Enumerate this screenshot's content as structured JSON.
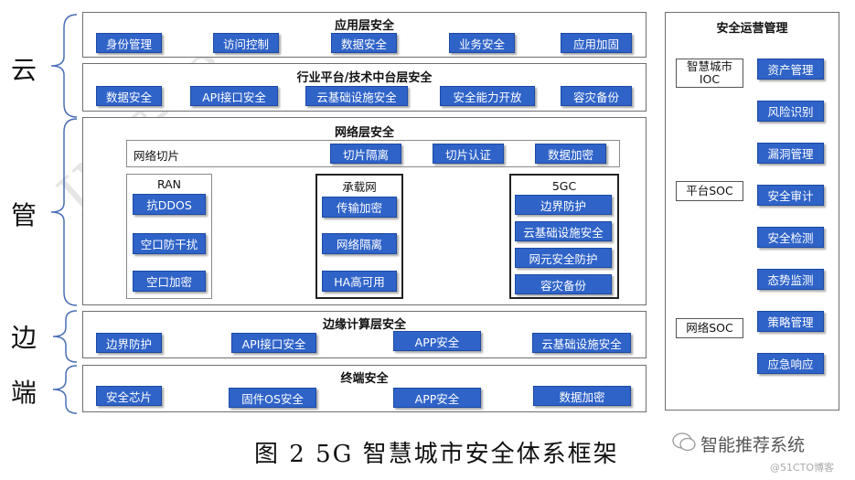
{
  "side_labels": {
    "cloud": "云",
    "pipe": "管",
    "edge": "边",
    "terminal": "端"
  },
  "watermark": "IMT一2",
  "app_layer": {
    "title": "应用层安全",
    "items": [
      "身份管理",
      "访问控制",
      "数据安全",
      "业务安全",
      "应用加固"
    ]
  },
  "platform_layer": {
    "title": "行业平台/技术中台层安全",
    "items": [
      "数据安全",
      "API接口安全",
      "云基础设施安全",
      "安全能力开放",
      "容灾备份"
    ]
  },
  "network_layer": {
    "title": "网络层安全",
    "slicing": {
      "label": "网络切片",
      "items": [
        "切片隔离",
        "切片认证",
        "数据加密"
      ]
    },
    "ran": {
      "title": "RAN",
      "items": [
        "抗DDOS",
        "空口防干扰",
        "空口加密"
      ]
    },
    "bearer": {
      "title": "承载网",
      "items": [
        "传输加密",
        "网络隔离",
        "HA高可用"
      ]
    },
    "core": {
      "title": "5GC",
      "items": [
        "边界防护",
        "云基础设施安全",
        "网元安全防护",
        "容灾备份"
      ]
    }
  },
  "edge_layer": {
    "title": "边缘计算层安全",
    "items": [
      "边界防护",
      "API接口安全",
      "APP安全",
      "云基础设施安全"
    ]
  },
  "terminal_layer": {
    "title": "终端安全",
    "items": [
      "安全芯片",
      "固件OS安全",
      "APP安全",
      "数据加密"
    ]
  },
  "ops": {
    "title": "安全运营管理",
    "left": [
      "智慧城市\nIOC",
      "平台SOC",
      "网络SOC"
    ],
    "right": [
      "资产管理",
      "风险识别",
      "漏洞管理",
      "安全审计",
      "安全检测",
      "态势监测",
      "策略管理",
      "应急响应"
    ]
  },
  "caption": "图 2  5G 智慧城市安全体系框架",
  "brand": {
    "name": "智能推荐系统",
    "blog": "@51CTO博客"
  },
  "colors": {
    "button": "#2f63c8",
    "brace": "#4a6fb5"
  }
}
